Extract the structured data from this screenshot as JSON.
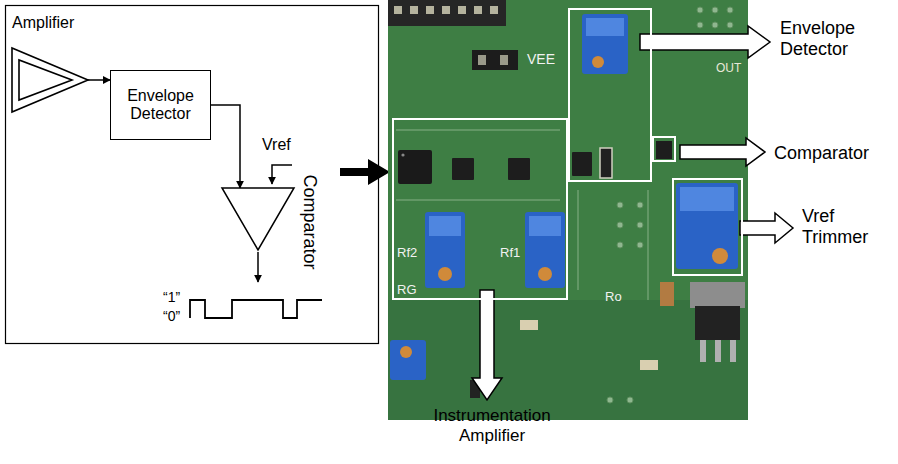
{
  "diagram": {
    "nodes": [
      {
        "text": [
          "Amplifier"
        ]
      },
      {
        "text": [
          "Envelope Detector"
        ]
      },
      {
        "text": [
          "Comparator"
        ]
      },
      {
        "text": [
          "Envelope Detector"
        ]
      },
      {
        "text": [
          "Instrumentation Amplifier"
        ]
      },
      {
        "text": [
          "Comparator"
        ]
      },
      {
        "text": [
          "Vref Trimmer"
        ]
      }
    ],
    "edges": [
      {
        "from": 0,
        "to": 1,
        "arrow": "to"
      },
      {
        "from": 1,
        "to": 2,
        "arrow": "to"
      }
    ],
    "labels": [
      "Vref",
      "“1”",
      "“0”",
      "VEE",
      "Rf2",
      "Rf1",
      "RG",
      "Ro",
      "OUT"
    ]
  }
}
